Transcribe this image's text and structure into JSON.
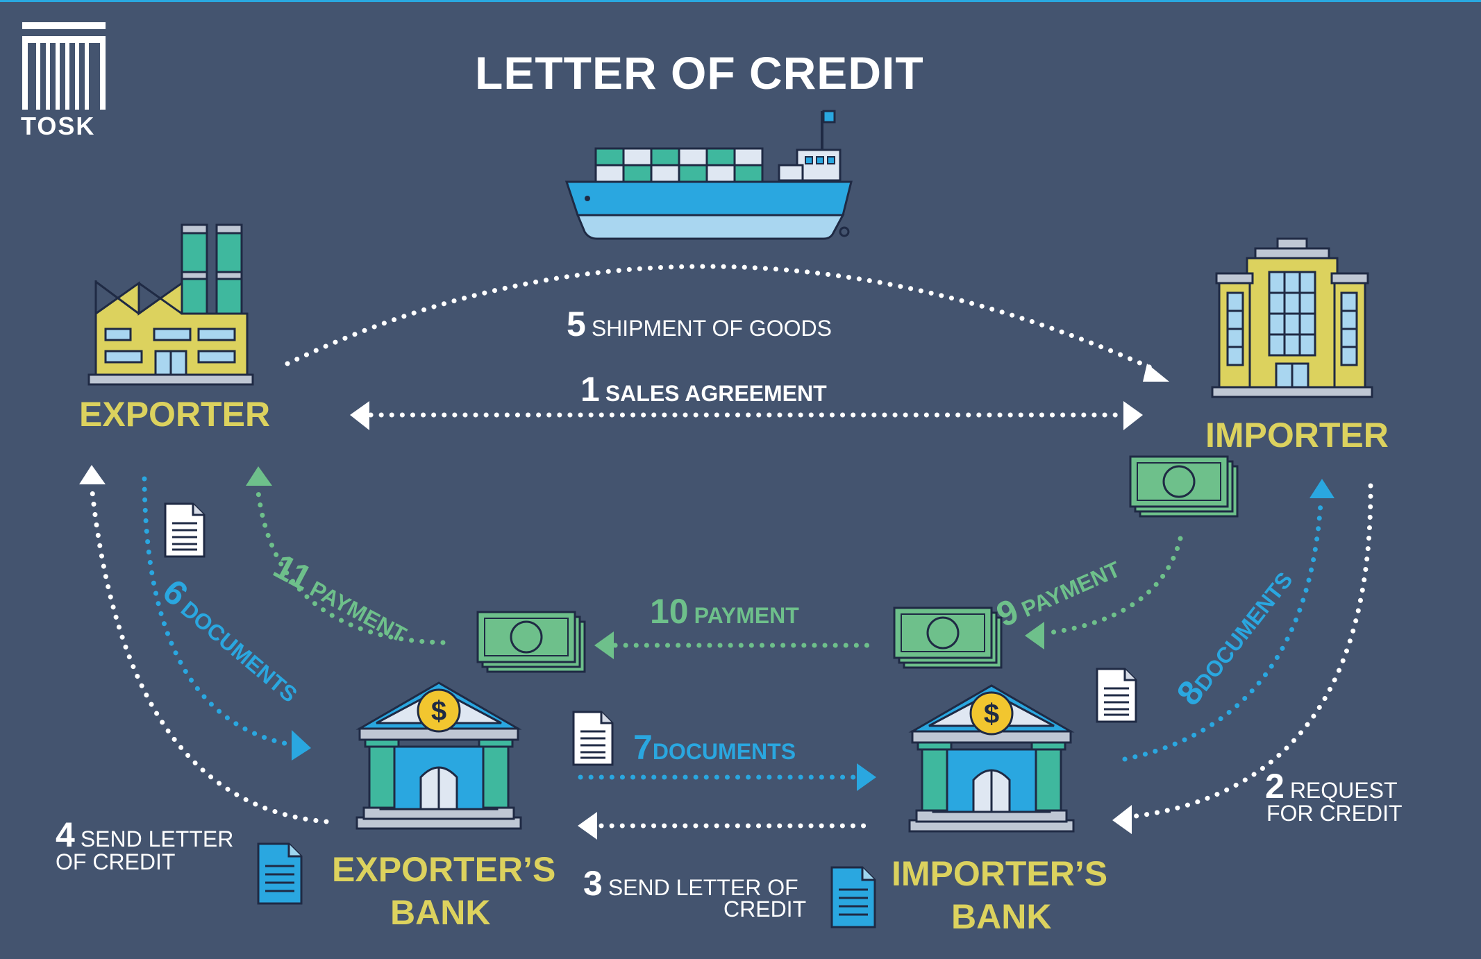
{
  "logo": {
    "text": "TOSK"
  },
  "title": "LETTER OF CREDIT",
  "parties": {
    "exporter": "EXPORTER",
    "importer": "IMPORTER",
    "exporters_bank_line1": "EXPORTER’S",
    "exporters_bank_line2": "BANK",
    "importers_bank_line1": "IMPORTER’S",
    "importers_bank_line2": "BANK"
  },
  "steps": {
    "s1": {
      "num": "1",
      "text": "SALES AGREEMENT"
    },
    "s2": {
      "num": "2",
      "text1": "REQUEST",
      "text2": "FOR CREDIT"
    },
    "s3": {
      "num": "3",
      "text1": "SEND LETTER OF",
      "text2": "CREDIT"
    },
    "s4": {
      "num": "4",
      "text1": "SEND LETTER",
      "text2": "OF CREDIT"
    },
    "s5": {
      "num": "5",
      "text": "SHIPMENT OF GOODS"
    },
    "s6": {
      "num": "6",
      "text": "DOCUMENTS"
    },
    "s7": {
      "num": "7",
      "text": "DOCUMENTS"
    },
    "s8": {
      "num": "8",
      "text": "DOCUMENTS"
    },
    "s9": {
      "num": "9",
      "text": "PAYMENT"
    },
    "s10": {
      "num": "10",
      "text": "PAYMENT"
    },
    "s11": {
      "num": "11",
      "text": "PAYMENT"
    }
  },
  "colors": {
    "background": "#44546f",
    "yellow": "#dcd25e",
    "green": "#6ec08b",
    "blue": "#2aa7e0",
    "white": "#ffffff"
  }
}
